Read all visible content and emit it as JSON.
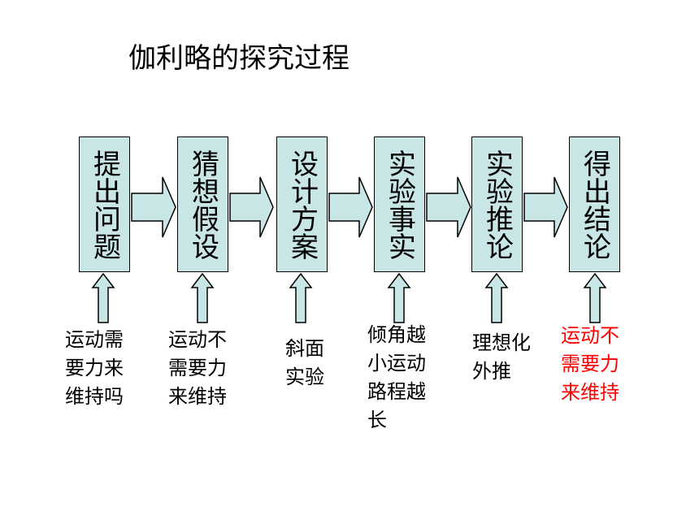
{
  "title": "伽利略的探究过程",
  "steps": [
    {
      "label": "提出问题",
      "note": "运动需要力来维持吗"
    },
    {
      "label": "猜想假设",
      "note": "运动不需要力来维持"
    },
    {
      "label": "设计方案",
      "note": "斜面实验"
    },
    {
      "label": "实验事实",
      "note": "倾角越小运动路程越长"
    },
    {
      "label": "实验推论",
      "note": "理想化外推"
    },
    {
      "label": "得出结论",
      "note": "运动不需要力来维持"
    }
  ],
  "colors": {
    "box_fill": "#c8e6e6",
    "border": "#000000",
    "conclusion_note": "#ff0000"
  }
}
